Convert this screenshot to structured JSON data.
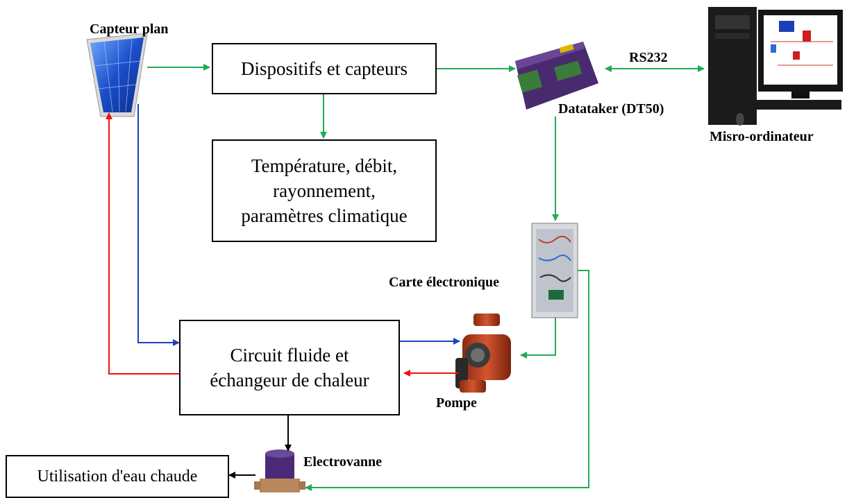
{
  "boxes": {
    "devices": "Dispositifs et capteurs",
    "measures": "Température, débit,\nrayonnement,\nparamètres climatique",
    "circuit": "Circuit fluide et\néchangeur de chaleur",
    "usage": "Utilisation d'eau chaude"
  },
  "labels": {
    "collector": "Capteur plan",
    "datataker": "Datataker (DT50)",
    "rs232": "RS232",
    "computer": "Misro-ordinateur",
    "card": "Carte électronique",
    "pump": "Pompe",
    "valve": "Electrovanne"
  },
  "colors": {
    "data_link": "#22aa55",
    "cold_flow": "#1f3fbf",
    "hot_flow": "#ee1111",
    "water_flow": "#000000"
  }
}
